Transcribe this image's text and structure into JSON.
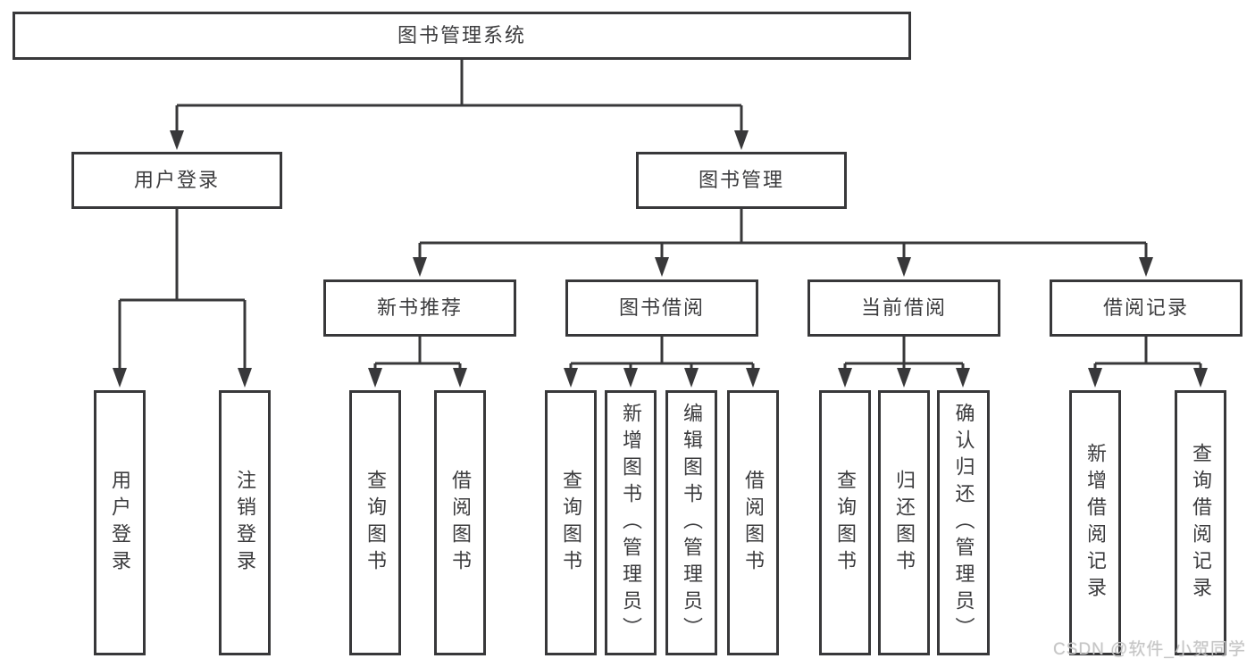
{
  "tree": {
    "label": "图书管理系统",
    "children": [
      {
        "label": "用户登录",
        "children": [
          {
            "label": "用户登录"
          },
          {
            "label": "注销登录"
          }
        ]
      },
      {
        "label": "图书管理",
        "children": [
          {
            "label": "新书推荐",
            "children": [
              {
                "label": "查询图书"
              },
              {
                "label": "借阅图书"
              }
            ]
          },
          {
            "label": "图书借阅",
            "children": [
              {
                "label": "查询图书"
              },
              {
                "label": "新增图书（管理员）"
              },
              {
                "label": "编辑图书（管理员）"
              },
              {
                "label": "借阅图书"
              }
            ]
          },
          {
            "label": "当前借阅",
            "children": [
              {
                "label": "查询图书"
              },
              {
                "label": "归还图书"
              },
              {
                "label": "确认归还（管理员）"
              }
            ]
          },
          {
            "label": "借阅记录",
            "children": [
              {
                "label": "新增借阅记录"
              },
              {
                "label": "查询借阅记录"
              }
            ]
          }
        ]
      }
    ]
  },
  "watermark": "CSDN @软件_小贺同学",
  "colors": {
    "line": "#38383a",
    "text": "#3c3c3e",
    "background": "#ffffff",
    "watermark": "#c6c6c6"
  }
}
